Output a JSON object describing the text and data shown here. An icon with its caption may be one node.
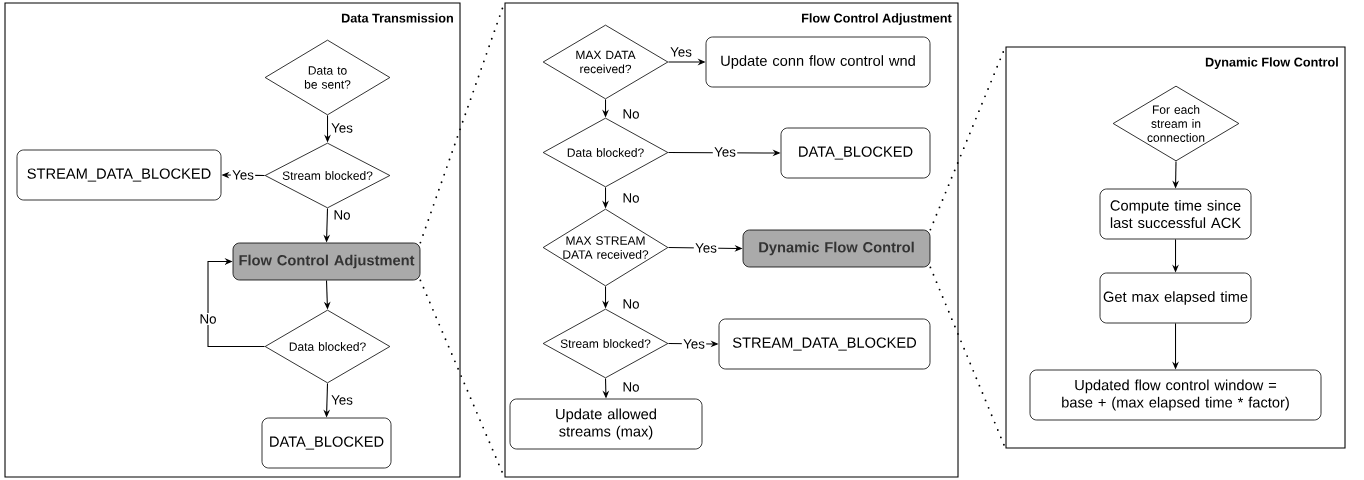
{
  "diagram": {
    "nodes": [
      {
        "text": [
          "Data Transmission"
        ]
      },
      {
        "text": [
          "Data to be sent?"
        ],
        "in": 0
      },
      {
        "text": [
          "Stream blocked?"
        ],
        "in": 0
      },
      {
        "text": [
          "STREAM_DATA_BLOCKED"
        ],
        "in": 0
      },
      {
        "text": [
          "Flow Control Adjustment"
        ],
        "in": 0
      },
      {
        "text": [
          "Data blocked?"
        ],
        "in": 0
      },
      {
        "text": [
          "DATA_BLOCKED"
        ],
        "in": 0
      },
      {
        "text": [
          "Flow Control Adjustment"
        ]
      },
      {
        "text": [
          "MAX DATA received?"
        ],
        "in": 7
      },
      {
        "text": [
          "Update conn flow control wnd"
        ],
        "in": 7
      },
      {
        "text": [
          "Data blocked?"
        ],
        "in": 7
      },
      {
        "text": [
          "DATA_BLOCKED"
        ],
        "in": 7
      },
      {
        "text": [
          "MAX STREAM DATA received?"
        ],
        "in": 7
      },
      {
        "text": [
          "Dynamic Flow Control"
        ],
        "in": 7
      },
      {
        "text": [
          "Stream blocked?"
        ],
        "in": 7
      },
      {
        "text": [
          "STREAM_DATA_BLOCKED"
        ],
        "in": 7
      },
      {
        "text": [
          "Update allowed streams (max)"
        ],
        "in": 7
      },
      {
        "text": [
          "Dynamic Flow Control"
        ]
      },
      {
        "text": [
          "For each stream in connection"
        ],
        "in": 17
      },
      {
        "text": [
          "Compute time since last successful ACK"
        ],
        "in": 17
      },
      {
        "text": [
          "Get max elapsed time"
        ],
        "in": 17
      },
      {
        "text": [
          "Updated flow control window = base + (max elapsed time * factor)"
        ],
        "in": 17
      }
    ],
    "edges": [
      {
        "from": 1,
        "to": 2,
        "arrow": "to",
        "label": "Yes"
      },
      {
        "from": 2,
        "to": 3,
        "arrow": "to",
        "label": "Yes"
      },
      {
        "from": 2,
        "to": 4,
        "arrow": "to",
        "label": "No"
      },
      {
        "from": 4,
        "to": 5,
        "arrow": "to"
      },
      {
        "from": 5,
        "to": 4,
        "arrow": "to",
        "label": "No"
      },
      {
        "from": 5,
        "to": 6,
        "arrow": "to",
        "label": "Yes"
      },
      {
        "from": 8,
        "to": 9,
        "arrow": "to",
        "label": "Yes"
      },
      {
        "from": 8,
        "to": 10,
        "arrow": "to",
        "label": "No"
      },
      {
        "from": 10,
        "to": 11,
        "arrow": "to",
        "label": "Yes"
      },
      {
        "from": 10,
        "to": 12,
        "arrow": "to",
        "label": "No"
      },
      {
        "from": 12,
        "to": 13,
        "arrow": "to",
        "label": "Yes"
      },
      {
        "from": 12,
        "to": 14,
        "arrow": "to",
        "label": "No"
      },
      {
        "from": 14,
        "to": 15,
        "arrow": "to",
        "label": "Yes"
      },
      {
        "from": 14,
        "to": 16,
        "arrow": "to",
        "label": "No"
      },
      {
        "from": 18,
        "to": 19,
        "arrow": "to"
      },
      {
        "from": 19,
        "to": 20,
        "arrow": "to"
      },
      {
        "from": 20,
        "to": 21,
        "arrow": "to"
      },
      {
        "from": 4,
        "to": 7,
        "arrow": "none",
        "style": "dashed"
      },
      {
        "from": 4,
        "to": 7,
        "arrow": "none",
        "style": "dashed"
      },
      {
        "from": 13,
        "to": 17,
        "arrow": "none",
        "style": "dashed"
      },
      {
        "from": 13,
        "to": 17,
        "arrow": "none",
        "style": "dashed"
      }
    ]
  }
}
